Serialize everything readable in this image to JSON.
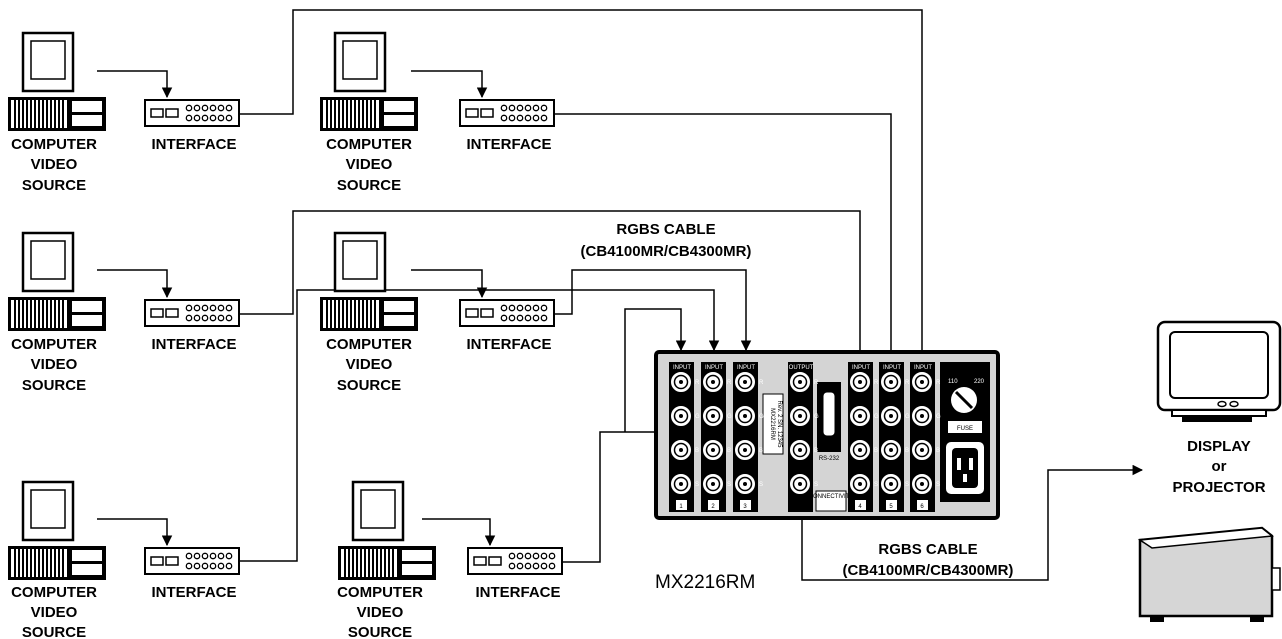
{
  "labels": {
    "computer": [
      "COMPUTER",
      "VIDEO",
      "SOURCE"
    ],
    "interface": "INTERFACE",
    "cable_top": [
      "RGBS CABLE",
      "(CB4100MR/CB4300MR)"
    ],
    "cable_bottom": [
      "RGBS CABLE",
      "(CB4100MR/CB4300MR)"
    ],
    "display": [
      "DISPLAY",
      "or",
      "PROJECTOR"
    ],
    "switcher_model": "MX2216RM"
  },
  "panel": {
    "input_label": "INPUT",
    "output_label": "OUTPUT",
    "rs232": "RS-232",
    "fuse": "FUSE",
    "voltage_left": "110",
    "voltage_right": "220",
    "model_plate": "MX2216RM",
    "rev_plate": "Rev. 2  SN. 12345",
    "logo": "CONNECTIVITY",
    "input_numbers": [
      "1",
      "2",
      "3",
      "4",
      "5",
      "6"
    ],
    "rgbs": [
      "R",
      "G",
      "B",
      "S"
    ]
  },
  "colors": {
    "ink": "#000000",
    "panel_fill": "#d4d4d4",
    "background": "#ffffff"
  }
}
